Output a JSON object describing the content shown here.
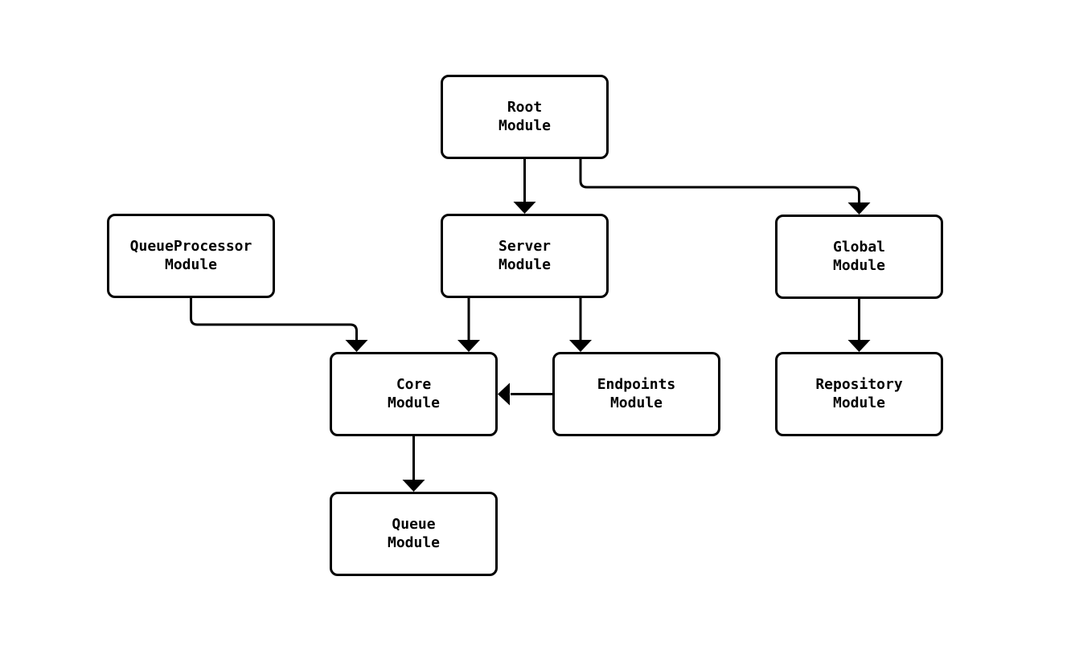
{
  "diagram": {
    "type": "flowchart",
    "direction": "top-down",
    "background_color": "#ffffff",
    "node_fill_color": "#ffffff",
    "stroke_color": "#000000",
    "text_color": "#000000",
    "nodes": {
      "root": {
        "label": "Root\nModule"
      },
      "queue_processor": {
        "label": "QueueProcessor\nModule"
      },
      "server": {
        "label": "Server\nModule"
      },
      "global": {
        "label": "Global\nModule"
      },
      "core": {
        "label": "Core\nModule"
      },
      "endpoints": {
        "label": "Endpoints\nModule"
      },
      "repository": {
        "label": "Repository\nModule"
      },
      "queue": {
        "label": "Queue\nModule"
      }
    },
    "edges": [
      {
        "from": "Root Module",
        "to": "Server Module"
      },
      {
        "from": "Root Module",
        "to": "Global Module"
      },
      {
        "from": "QueueProcessor Module",
        "to": "Core Module"
      },
      {
        "from": "Server Module",
        "to": "Core Module"
      },
      {
        "from": "Server Module",
        "to": "Endpoints Module"
      },
      {
        "from": "Endpoints Module",
        "to": "Core Module"
      },
      {
        "from": "Global Module",
        "to": "Repository Module"
      },
      {
        "from": "Core Module",
        "to": "Queue Module"
      }
    ]
  }
}
